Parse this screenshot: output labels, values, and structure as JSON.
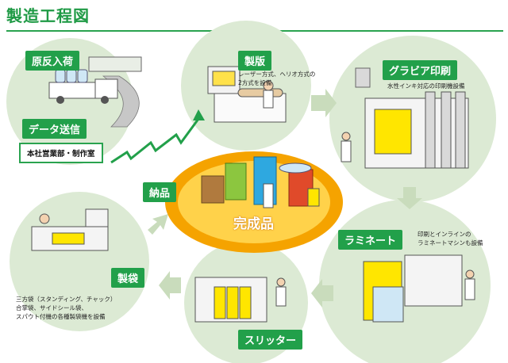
{
  "title": "製造工程図",
  "steps": {
    "genhan": "原反入荷",
    "data": "データ送信",
    "office": "本社営業部・制作室",
    "seihan": "製版",
    "seihan_note": "レーザー方式、ヘリオ方式の\n2方式を設備",
    "gravure": "グラビア印刷",
    "gravure_note": "水性インキ対応の印刷機設備",
    "lami": "ラミネート",
    "lami_note": "印刷とインラインの\nラミネートマシンも設備",
    "slitter": "スリッター",
    "seitai": "製袋",
    "seitai_note": "三方袋（スタンディング、チャック）\n合掌袋、サイドシール袋、\nスパウト付機の各種製袋機を設備",
    "nohin": "納品",
    "kanseihin": "完成品"
  },
  "colors": {
    "accent": "#22a04a",
    "circle": "#dcead4",
    "center": "#f5a300",
    "arrow": "#c9dcbc"
  }
}
